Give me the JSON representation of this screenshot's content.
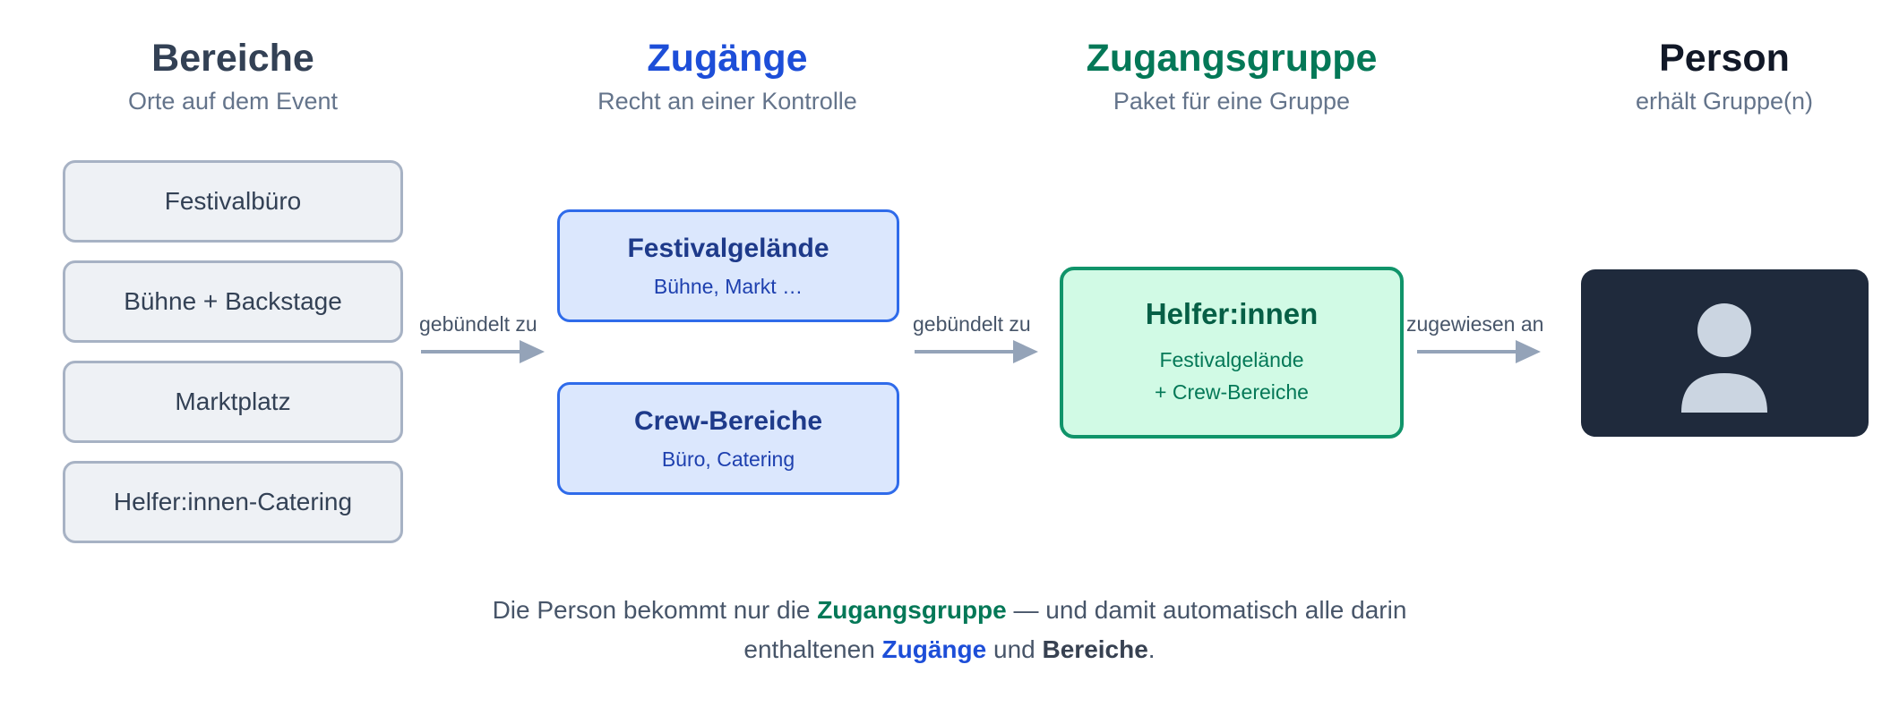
{
  "columns": {
    "areas": {
      "title": "Bereiche",
      "subtitle": "Orte auf dem Event",
      "color": "#334155"
    },
    "access": {
      "title": "Zugänge",
      "subtitle": "Recht an einer Kontrolle",
      "color": "#1d4ed8"
    },
    "group": {
      "title": "Zugangsgruppe",
      "subtitle": "Paket für eine Gruppe",
      "color": "#047857"
    },
    "person": {
      "title": "Person",
      "subtitle": "erhält Gruppe(n)",
      "color": "#111827"
    }
  },
  "areas": [
    "Festivalbüro",
    "Bühne + Backstage",
    "Marktplatz",
    "Helfer:innen-Catering"
  ],
  "access_items": [
    {
      "title": "Festivalgelände",
      "subtitle": "Bühne, Markt …"
    },
    {
      "title": "Crew-Bereiche",
      "subtitle": "Büro, Catering"
    }
  ],
  "group_box": {
    "title": "Helfer:innen",
    "lines": [
      "Festivalgelände",
      "+ Crew-Bereiche"
    ]
  },
  "arrows": {
    "areas_to_access": "gebündelt zu",
    "access_to_group": "gebündelt zu",
    "group_to_person": "zugewiesen an"
  },
  "person": {
    "icon": "person-icon"
  },
  "footer": {
    "part1": "Die Person bekommt nur die ",
    "group_word": "Zugangsgruppe",
    "part2": " — und damit automatisch alle darin",
    "part3": "enthaltenen ",
    "access_word": "Zugänge",
    "part4": " und ",
    "areas_word": "Bereiche",
    "part5": "."
  }
}
